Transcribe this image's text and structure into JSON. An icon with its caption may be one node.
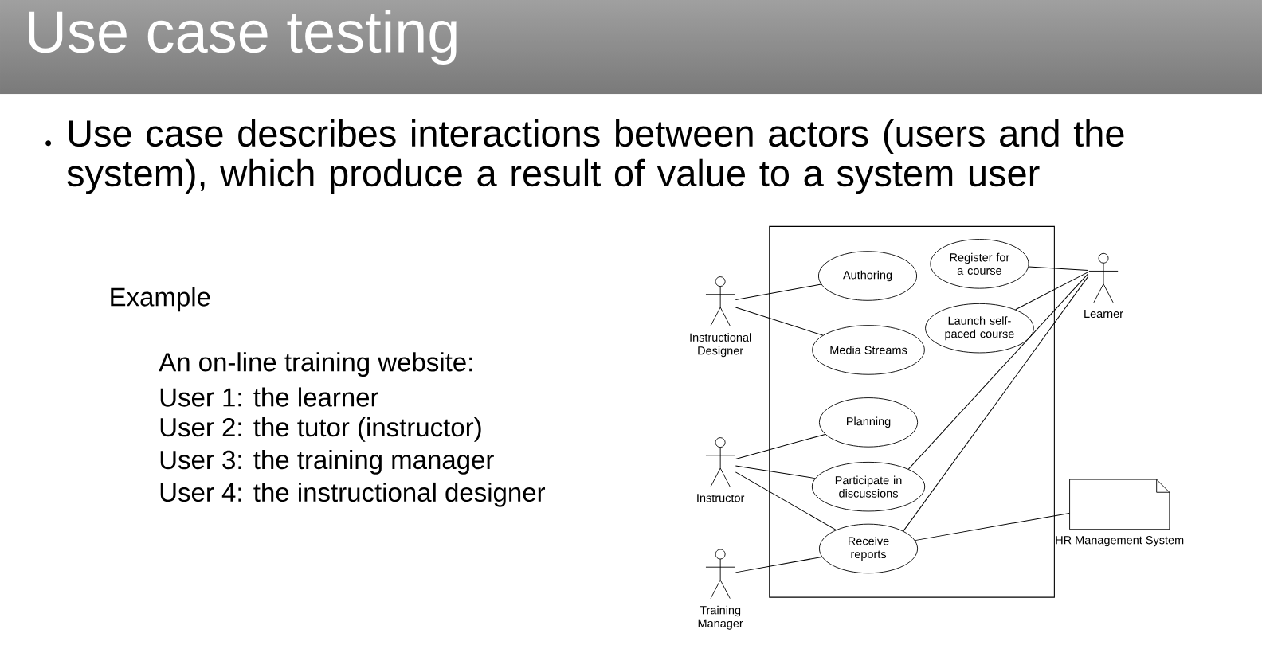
{
  "diagram": {
    "title": "Use case testing",
    "nodes": [
      {
        "text": [],
        "shape": "box"
      },
      {
        "text": [
          "Instructional Designer"
        ]
      },
      {
        "text": [
          "Authoring"
        ],
        "in": 0
      },
      {
        "text": [
          "Media Streams"
        ],
        "in": 0
      },
      {
        "text": [
          "Register for a course"
        ],
        "in": 0
      },
      {
        "text": [
          "Launch self-paced course"
        ],
        "in": 0
      },
      {
        "text": [
          "Learner"
        ]
      },
      {
        "text": [
          "Planning"
        ],
        "in": 0
      },
      {
        "text": [
          "Instructor"
        ]
      },
      {
        "text": [
          "Participate in discussions"
        ],
        "in": 0
      },
      {
        "text": [
          "Receive reports"
        ],
        "in": 0
      },
      {
        "text": [
          "Training Manager"
        ]
      },
      {
        "text": [
          "HR Management System"
        ]
      }
    ],
    "edges": [
      {
        "from": 1,
        "to": 2,
        "arrow": "none"
      },
      {
        "from": 1,
        "to": 3,
        "arrow": "none"
      },
      {
        "from": 4,
        "to": 6,
        "arrow": "none"
      },
      {
        "from": 5,
        "to": 6,
        "arrow": "none"
      },
      {
        "from": 8,
        "to": 7,
        "arrow": "none"
      },
      {
        "from": 8,
        "to": 9,
        "arrow": "none"
      },
      {
        "from": 8,
        "to": 10,
        "arrow": "none"
      },
      {
        "from": 9,
        "to": 6,
        "arrow": "none"
      },
      {
        "from": 10,
        "to": 6,
        "arrow": "none"
      },
      {
        "from": 11,
        "to": 10,
        "arrow": "none"
      },
      {
        "from": 10,
        "to": 12,
        "arrow": "none"
      }
    ],
    "labels": [
      "Use case describes interactions between actors (users and the system), which produce a result of value to a system user",
      "Example",
      "An on-line training website:",
      "User 1: the learner",
      "User 2: the tutor (instructor)",
      "User 3: the training manager",
      "User 4: the instructional designer"
    ]
  }
}
